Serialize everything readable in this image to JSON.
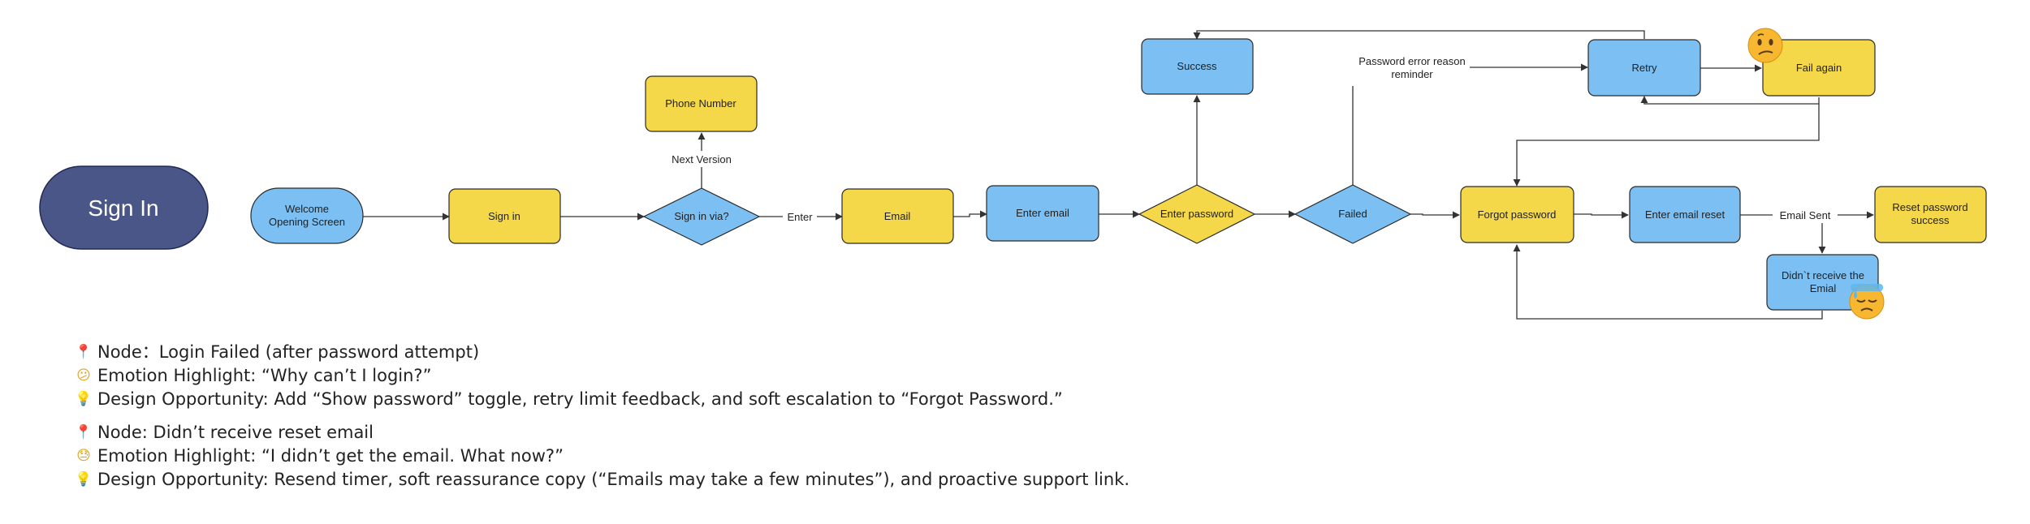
{
  "diagram": {
    "start": "Sign In",
    "nodes": {
      "welcome": "Welcome\nOpening Screen",
      "sign_in": "Sign in",
      "sign_in_via": "Sign in via?",
      "phone_number": "Phone Number",
      "email": "Email",
      "enter_email": "Enter email",
      "enter_password": "Enter password",
      "success": "Success",
      "failed": "Failed",
      "retry": "Retry",
      "fail_again": "Fail again",
      "forgot_password": "Forgot password",
      "enter_email_reset": "Enter email reset",
      "reset_password_success": "Reset password\nsuccess",
      "didnt_receive": "Didn`t receive the\nEmial"
    },
    "edge_labels": {
      "next_version": "Next Version",
      "enter": "Enter",
      "password_error": "Password error reason\nreminder",
      "email_sent": "Email Sent"
    },
    "emoji": {
      "fail_again": "confused-face-icon",
      "didnt_receive": "sweat-disappointed-face-icon"
    }
  },
  "notes": [
    {
      "node": "Node：Login Failed (after password attempt)",
      "emotion": "Emotion Highlight: “Why can’t I login?”",
      "design": "Design Opportunity: Add “Show password” toggle, retry limit feedback, and soft escalation to “Forgot Password.”"
    },
    {
      "node": "Node: Didn’t receive reset email",
      "emotion": "Emotion Highlight: “I didn’t get the email. What now?”",
      "design": "Design Opportunity: Resend timer, soft reassurance copy (“Emails may take a few minutes”), and proactive support link."
    }
  ],
  "colors": {
    "blue": "#7cc0f3",
    "yellow": "#f5d84a",
    "start": "#4a5688"
  }
}
